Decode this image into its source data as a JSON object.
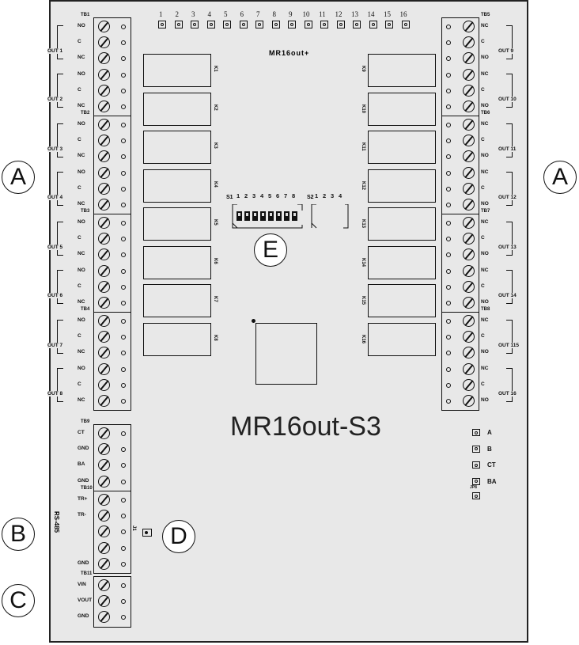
{
  "board": {
    "silkscreen_title": "MR16out+",
    "model": "MR16out-S3"
  },
  "led_labels": [
    "1",
    "2",
    "3",
    "4",
    "5",
    "6",
    "7",
    "8",
    "9",
    "10",
    "11",
    "12",
    "13",
    "14",
    "15",
    "16"
  ],
  "relays_left": [
    "K1",
    "K2",
    "K3",
    "K4",
    "K5",
    "K6",
    "K7",
    "K8"
  ],
  "relays_right": [
    "K9",
    "K10",
    "K11",
    "K12",
    "K13",
    "K14",
    "K15",
    "K16"
  ],
  "dip": {
    "s1_label": "S1",
    "s1_numbers": [
      "1",
      "2",
      "3",
      "4",
      "5",
      "6",
      "7",
      "8"
    ],
    "s2_label": "S2",
    "s2_numbers": [
      "1",
      "2",
      "3",
      "4"
    ]
  },
  "terminal_blocks_left": [
    {
      "name": "TB1",
      "pins": [
        "NO",
        "C",
        "NC",
        "NO",
        "C",
        "NC"
      ],
      "outputs": [
        "OUT 1",
        "OUT 2"
      ]
    },
    {
      "name": "TB2",
      "pins": [
        "NO",
        "C",
        "NC",
        "NO",
        "C",
        "NC"
      ],
      "outputs": [
        "OUT 3",
        "OUT 4"
      ]
    },
    {
      "name": "TB3",
      "pins": [
        "NO",
        "C",
        "NC",
        "NO",
        "C",
        "NC"
      ],
      "outputs": [
        "OUT 5",
        "OUT 6"
      ]
    },
    {
      "name": "TB4",
      "pins": [
        "NO",
        "C",
        "NC",
        "NO",
        "C",
        "NC"
      ],
      "outputs": [
        "OUT 7",
        "OUT 8"
      ]
    }
  ],
  "terminal_blocks_right": [
    {
      "name": "TB5",
      "pins": [
        "NC",
        "C",
        "NO",
        "NC",
        "C",
        "NO"
      ],
      "outputs": [
        "OUT 9",
        "OUT 10"
      ]
    },
    {
      "name": "TB6",
      "pins": [
        "NC",
        "C",
        "NO",
        "NC",
        "C",
        "NO"
      ],
      "outputs": [
        "OUT 11",
        "OUT 12"
      ]
    },
    {
      "name": "TB7",
      "pins": [
        "NC",
        "C",
        "NO",
        "NC",
        "C",
        "NO"
      ],
      "outputs": [
        "OUT 13",
        "OUT 14"
      ]
    },
    {
      "name": "TB8",
      "pins": [
        "NC",
        "C",
        "NO",
        "NC",
        "C",
        "NO"
      ],
      "outputs": [
        "OUT 115",
        "OUT 16"
      ]
    }
  ],
  "terminal_blocks_bottom": [
    {
      "name": "TB9",
      "pins": [
        "CT",
        "GND",
        "BA",
        "GND"
      ]
    },
    {
      "name": "TB10",
      "pins": [
        "TR+",
        "TR-",
        "",
        "",
        "GND"
      ]
    },
    {
      "name": "TB11",
      "pins": [
        "VIN",
        "VOUT",
        "GND"
      ]
    }
  ],
  "rs485_label": "RS-485",
  "jumper_label": "J1",
  "status_leds": [
    "A",
    "B",
    "CT",
    "BA"
  ],
  "status_extra_label": "JP8",
  "callouts": {
    "a_left": "A",
    "a_right": "A",
    "b": "B",
    "c": "C",
    "d": "D",
    "e": "E"
  },
  "colors": {
    "board": "#e8e8e8",
    "line": "#111111"
  }
}
